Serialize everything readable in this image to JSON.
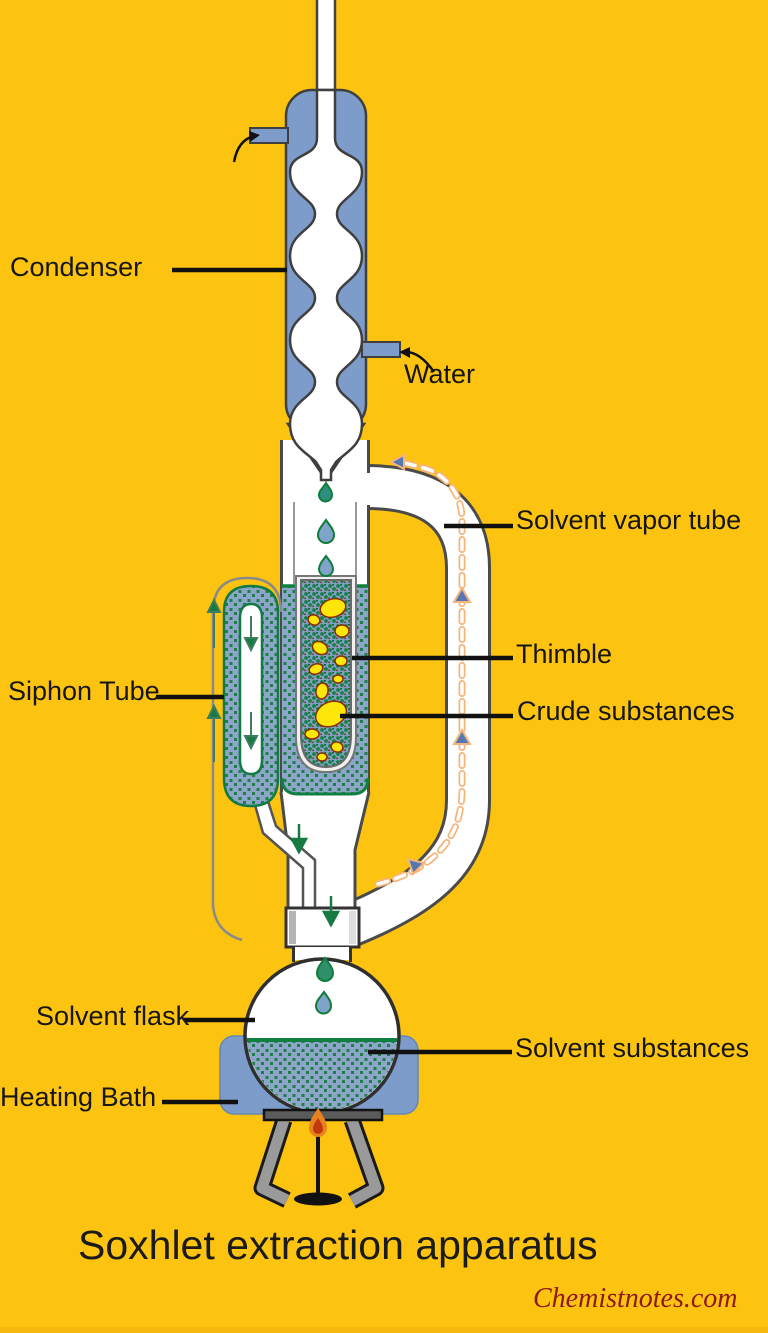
{
  "title": "Soxhlet extraction apparatus",
  "watermark": "Chemistnotes.com",
  "labels": {
    "condenser": "Condenser",
    "water": "Water",
    "solvent_vapor_tube": "Solvent vapor tube",
    "thimble": "Thimble",
    "crude_substances": "Crude substances",
    "siphon_tube": "Siphon Tube",
    "solvent_flask": "Solvent flask",
    "solvent_substances": "Solvent substances",
    "heating_bath": "Heating Bath"
  },
  "colors": {
    "background": "#FCC411",
    "glass_blue": "#7D9CC9",
    "liquid_blue": "#8CA5C9",
    "speckle_green": "#1E8048",
    "surface_green": "#0F8040",
    "crude_yellow": "#FFE60A",
    "crude_outline": "#8A2B00",
    "vapor_dash_peach": "#F5B57A",
    "arrowhead_blue": "#5577B3",
    "tripod_gray": "#9A9A9A",
    "label_text": "#161616",
    "watermark_red": "#8C1818"
  }
}
